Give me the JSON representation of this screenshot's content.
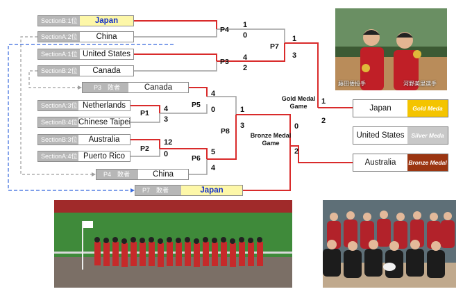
{
  "teams": {
    "s1": {
      "seed": "SectionB:1位",
      "name": "Japan"
    },
    "s2": {
      "seed": "SectionA:2位",
      "name": "China"
    },
    "s3": {
      "seed": "SectionA:1位",
      "name": "United States"
    },
    "s4": {
      "seed": "SectionB:2位",
      "name": "Canada"
    },
    "p3loser": {
      "seed": "P3　敗者",
      "name": "Canada"
    },
    "s5": {
      "seed": "SectionA:3位",
      "name": "Netherlands"
    },
    "s6": {
      "seed": "SectionB:4位",
      "name": "Chinese Taipei"
    },
    "s7": {
      "seed": "SectionB:3位",
      "name": "Australia"
    },
    "s8": {
      "seed": "SectionA:4位",
      "name": "Puerto Rico"
    },
    "p4loser": {
      "seed": "P4　敗者",
      "name": "China"
    },
    "p7loser": {
      "seed": "P7　敗者",
      "name": "Japan"
    }
  },
  "matches": {
    "p1": "P1",
    "p2": "P2",
    "p3": "P3",
    "p4": "P4",
    "p5": "P5",
    "p6": "P6",
    "p7": "P7",
    "p8": "P8"
  },
  "scores": {
    "p4_japan": "1",
    "p4_china": "0",
    "p3_us": "4",
    "p3_canada": "2",
    "p7_japan": "1",
    "p7_us": "3",
    "p1_netherlands": "4",
    "p1_taipei": "3",
    "p2_australia": "12",
    "p2_puertorico": "0",
    "p5_canada": "4",
    "p5_netherlands": "0",
    "p6_australia": "5",
    "p6_china": "4",
    "p8_canada": "1",
    "p8_australia": "3",
    "bronze_canada": "0",
    "bronze_australia": "2",
    "gold_japan": "1",
    "gold_us": "2"
  },
  "titles": {
    "gold": "Gold Medal\nGame",
    "bronze": "Bronze Medal\nGame"
  },
  "results": [
    {
      "team": "Japan",
      "medal": "Gold Meda",
      "color": "#f4c400"
    },
    {
      "team": "United States",
      "medal": "Silver Meda",
      "color": "#c8c8c8"
    },
    {
      "team": "Australia",
      "medal": "Bronze Medal",
      "color": "#9b3511"
    }
  ],
  "photos": {
    "top_caption_left": "藤田倭投手",
    "top_caption_right": "河野美里選手"
  },
  "colors": {
    "winner_line": "#d92b2b",
    "loser_line": "#9e9e9e",
    "dashed": "#3366dd"
  }
}
